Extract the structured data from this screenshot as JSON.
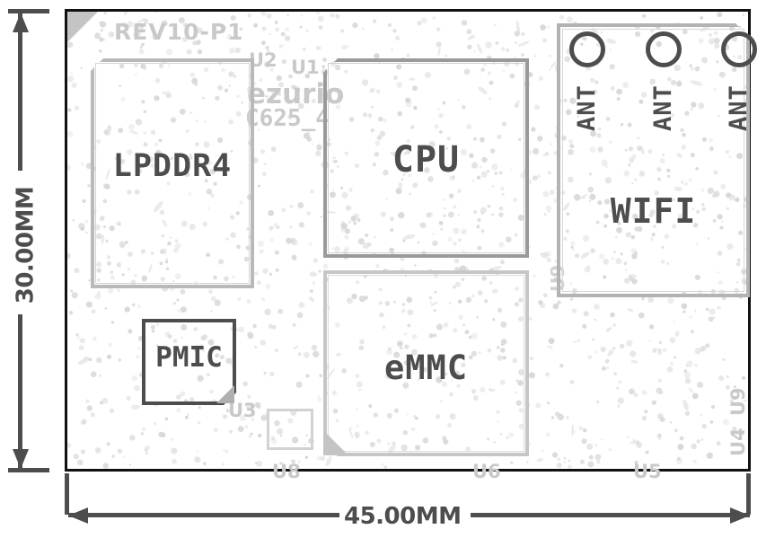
{
  "drawing": {
    "type": "pcb-module-mechanical-outline",
    "brand": "ezurio",
    "part_number": "C625_4",
    "revision": "REV10-P1"
  },
  "dimensions": {
    "width_label": "45.00MM",
    "height_label": "30.00MM"
  },
  "silkscreen": {
    "revision": "REV10-P1",
    "brand": "ezurio",
    "part": "C625_4"
  },
  "components": [
    {
      "id": "lpddr4",
      "label": "LPDDR4",
      "designator": "U2"
    },
    {
      "id": "cpu",
      "label": "CPU",
      "designator": "U1"
    },
    {
      "id": "emmc",
      "label": "eMMC",
      "designator": "U6"
    },
    {
      "id": "pmic",
      "label": "PMIC",
      "designator": "U3"
    },
    {
      "id": "wifi",
      "label": "WIFI",
      "designator": "U5"
    }
  ],
  "designators": {
    "u1": "U1",
    "u2": "U2",
    "u3": "U3",
    "u4": "U4",
    "u5": "U5",
    "u6": "U6",
    "u8": "U8",
    "u9": "U9"
  },
  "antennas": [
    {
      "label": "ANT"
    },
    {
      "label": "ANT"
    },
    {
      "label": "ANT"
    }
  ],
  "colors": {
    "board_outline": "#111111",
    "silkscreen": "#c9c9c9",
    "component_text": "#4d4d4d",
    "dimension": "#4d4d4d",
    "texture": "#d8d8d8"
  }
}
